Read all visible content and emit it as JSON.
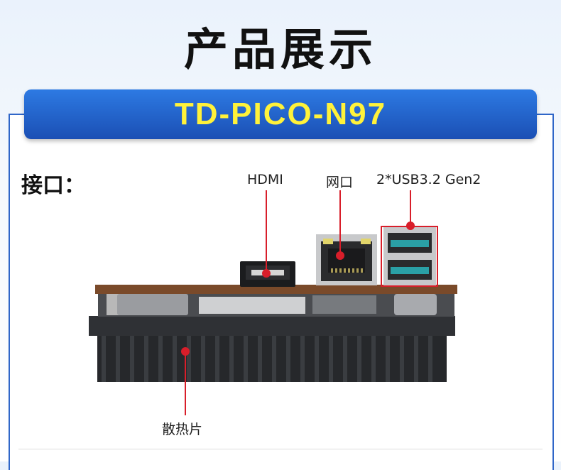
{
  "header": {
    "title": "产品展示"
  },
  "banner": {
    "model": "TD-PICO-N97"
  },
  "section": {
    "label": "接口："
  },
  "callouts": {
    "hdmi": "HDMI",
    "lan": "网口",
    "usb": "2*USB3.2 Gen2",
    "heatsink": "散热片"
  },
  "colors": {
    "banner": "#1f5cc4",
    "model_text": "#fff23a",
    "callout_line": "#d81e2a",
    "heatsink": "#2b2d30",
    "pcb": "#7a4a2a",
    "usb_port": "#2a9aa0"
  }
}
